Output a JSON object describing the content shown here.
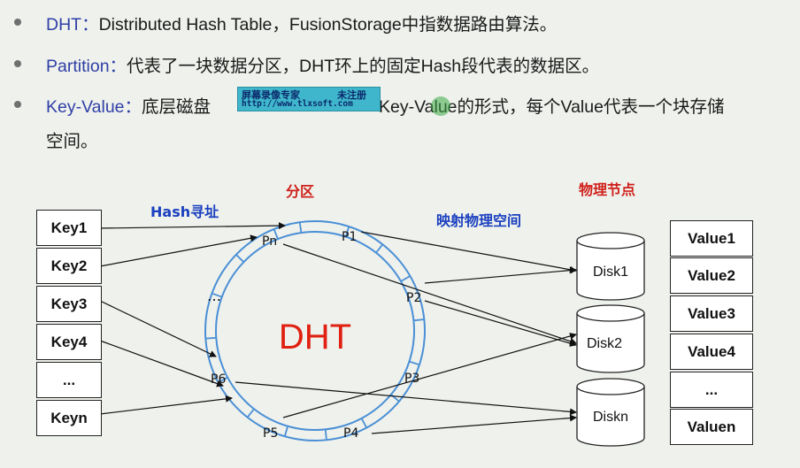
{
  "bullets": [
    {
      "term": "DHT：",
      "text": "Distributed Hash Table，FusionStorage中指数据路由算法。"
    },
    {
      "term": "Partition：",
      "text": "代表了一块数据分区，DHT环上的固定Hash段代表的数据区。"
    },
    {
      "term": "Key-Value：",
      "text_before": "底层磁盘",
      "text_after": "Key-Value的形式，每个Value代表一个块存储",
      "text_line2": "空间。"
    }
  ],
  "watermark": {
    "line1": "屏幕录像专家",
    "line1b": "未注册",
    "line2": "http://www.tlxsoft.com"
  },
  "diagram": {
    "label_hash": "Hash寻址",
    "label_partition": "分区",
    "label_map": "映射物理空间",
    "label_nodes": "物理节点",
    "center": "DHT",
    "keys": [
      "Key1",
      "Key2",
      "Key3",
      "Key4",
      "...",
      "Keyn"
    ],
    "values": [
      "Value1",
      "Value2",
      "Value3",
      "Value4",
      "...",
      "Valuen"
    ],
    "disks": [
      "Disk1",
      "Disk2",
      "Diskn"
    ],
    "partitions": [
      "Pn",
      "P1",
      "P2",
      "P3",
      "P4",
      "P5",
      "P6",
      "…"
    ]
  },
  "colors": {
    "term": "#2f3fa6",
    "red_label": "#d0201a",
    "blue_label": "#1a3fbf",
    "ring": "#4a8fd6",
    "dht": "#e02010"
  }
}
